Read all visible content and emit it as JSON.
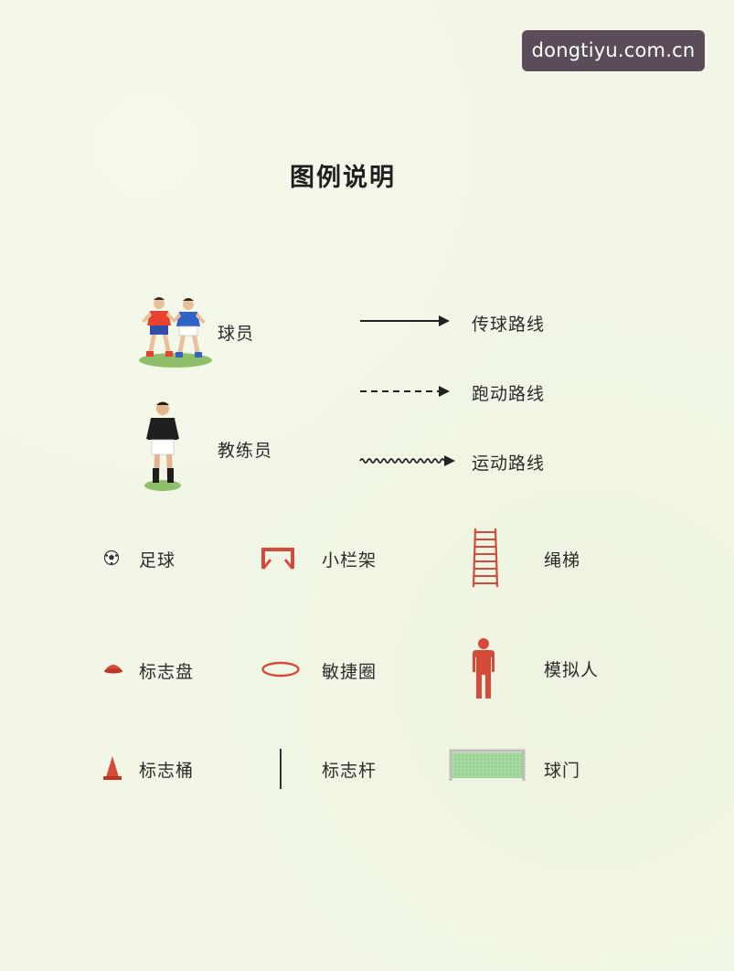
{
  "watermark": {
    "text": "dongtiyu.com.cn"
  },
  "title": "图例说明",
  "people": {
    "player_label": "球员",
    "coach_label": "教练员"
  },
  "routes": {
    "pass_label": "传球路线",
    "run_label": "跑动路线",
    "dribble_label": "运动路线"
  },
  "equipment": {
    "ball": "足球",
    "hurdle": "小栏架",
    "ladder": "绳梯",
    "disc": "标志盘",
    "ring": "敏捷圈",
    "dummy": "模拟人",
    "cone": "标志桶",
    "pole": "标志杆",
    "goal": "球门"
  },
  "colors": {
    "equipment_red": "#d64a3a",
    "player_red": "#e8432f",
    "player_blue": "#2f63c8",
    "arrow": "#222222",
    "goal_green": "#8fcf8a"
  }
}
